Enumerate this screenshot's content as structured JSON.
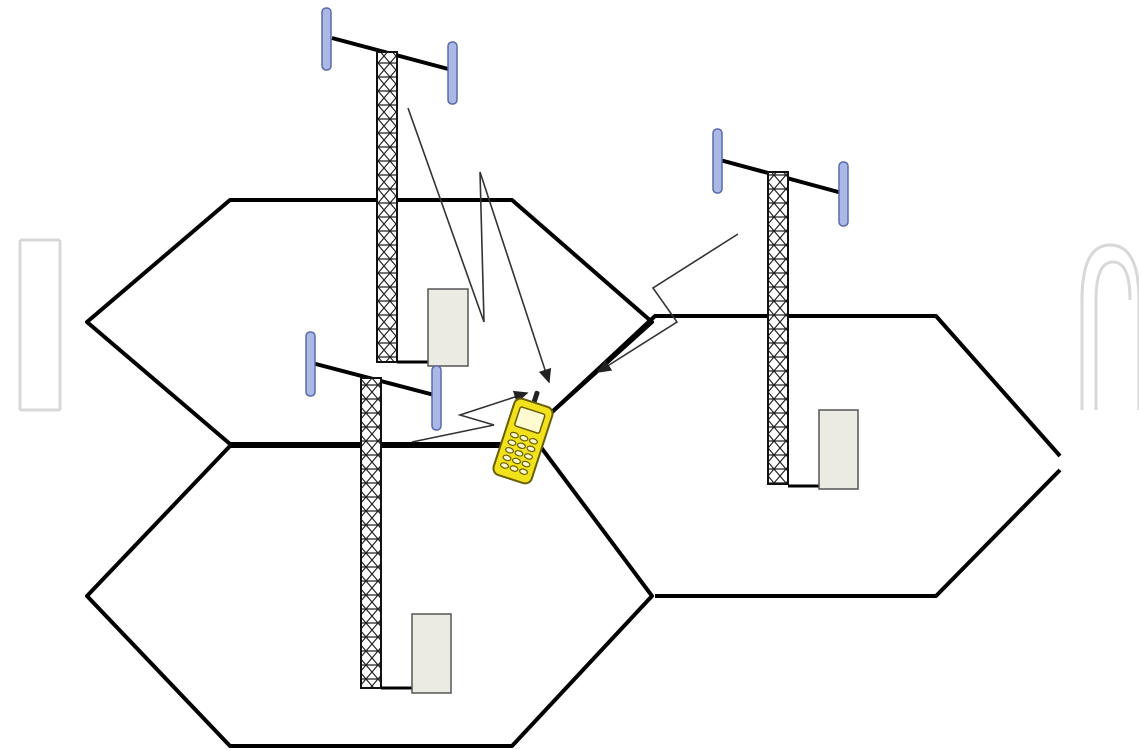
{
  "colors": {
    "background": "#ffffff",
    "cell_outline": "#000000",
    "tower_lattice": "#222222",
    "antenna_panel": "#aab8e6",
    "antenna_panel_stroke": "#5a6aa8",
    "equipment_shelter": "#ecebe3",
    "phone_body": "#f2e21c",
    "phone_stroke": "#6b5e00",
    "signal_line": "#333333",
    "watermark": "#d8d8d8"
  },
  "icons": {
    "cell": "hexagon-icon",
    "tower": "lattice-tower-icon",
    "shelter": "equipment-shelter-icon",
    "mobile": "mobile-phone-icon",
    "signal": "zigzag-signal-icon"
  },
  "cells": [
    {
      "id": "cell-top-left",
      "tower": "tower-top-left"
    },
    {
      "id": "cell-right",
      "tower": "tower-right"
    },
    {
      "id": "cell-bottom-left",
      "tower": "tower-bottom-left"
    }
  ],
  "links": [
    {
      "from": "tower-top-left",
      "to": "mobile"
    },
    {
      "from": "tower-right",
      "to": "mobile"
    },
    {
      "from": "tower-bottom-left",
      "to": "mobile"
    }
  ]
}
